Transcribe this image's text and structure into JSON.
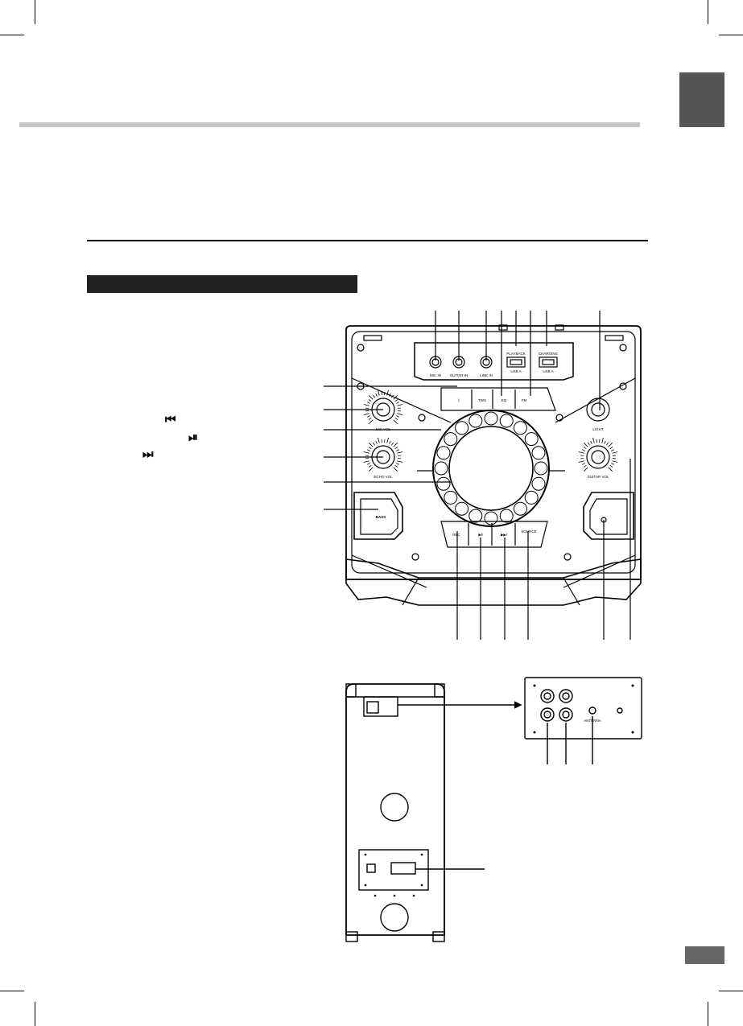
{
  "icons": {
    "prev": "previous-track-icon",
    "play_pause": "play-pause-icon",
    "next": "next-track-icon"
  },
  "colors": {
    "language_tab": "#555555",
    "page_tab": "#666666",
    "rule": "#c6c6c6",
    "section_bar": "#222222"
  },
  "front_panel": {
    "top_inputs": {
      "mic": "MIC IN",
      "guitar": "GUITAR IN",
      "line": "LINE IN",
      "usb_playback": "PLAYBACK",
      "usb_playback_sub": "USB A",
      "usb_charging": "CHARGING",
      "usb_charging_sub": "USB A"
    },
    "knobs": {
      "mic_vol": "MIC VOL",
      "echo_vol": "ECHO VOL",
      "guitar_vol": "GUITAR VOL",
      "light": "LIGHT"
    },
    "buttons": {
      "tws": "TWS",
      "eq": "EQ",
      "fm": "FM",
      "rec": "REC",
      "source": "SOURCE",
      "bass": "BASS"
    }
  },
  "rear_panel": {
    "antenna": "ANTENNA"
  }
}
